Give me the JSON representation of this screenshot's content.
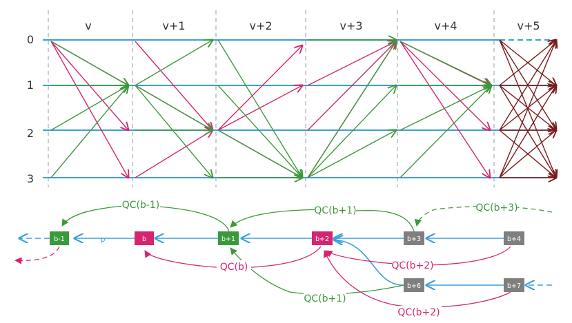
{
  "views": {
    "labels": [
      "v",
      "v+1",
      "v+2",
      "v+3",
      "v+4",
      "v+5"
    ]
  },
  "replicas": {
    "labels": [
      "0",
      "1",
      "2",
      "3"
    ]
  },
  "chain": {
    "blocks": {
      "b_minus_1": "b-1",
      "b": "b",
      "b_plus_1": "b+1",
      "b_plus_2": "b+2",
      "b_plus_3": "b+3",
      "b_plus_4": "b+4",
      "b_plus_6": "b+6",
      "b_plus_7": "b+7"
    },
    "parent_label": "p",
    "qc_labels": {
      "qc_b_minus_1": "QC(b-1)",
      "qc_b_plus_1_top": "QC(b+1)",
      "qc_b_plus_3": "QC(b+3)",
      "qc_b": "QC(b)",
      "qc_b_plus_2_mid": "QC(b+2)",
      "qc_b_plus_1_bottom": "QC(b+1)",
      "qc_b_plus_2_bottom": "QC(b+2)"
    }
  },
  "colors": {
    "replica_line": "#3aa0d8",
    "divider": "#9a9a9a",
    "green": "#3a9a3a",
    "magenta": "#d6246e",
    "darkred": "#7a1a1a",
    "grey_block": "#7f7f7f",
    "label_text": "#333333"
  }
}
